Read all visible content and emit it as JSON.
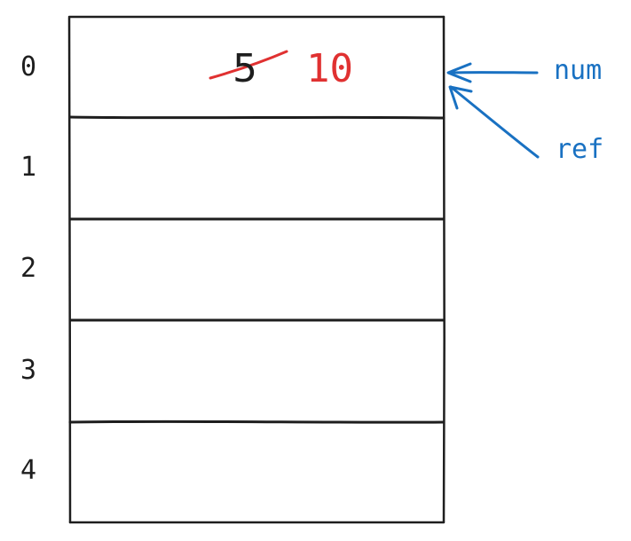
{
  "diagram": {
    "cells": [
      {
        "index": "0"
      },
      {
        "index": "1"
      },
      {
        "index": "2"
      },
      {
        "index": "3"
      },
      {
        "index": "4"
      }
    ],
    "cell0": {
      "old_value": "5",
      "new_value": "10"
    },
    "pointers": [
      {
        "label": "num"
      },
      {
        "label": "ref"
      }
    ],
    "colors": {
      "stroke": "#1e1e1e",
      "pointer": "#1971c2",
      "new_value": "#e03131"
    }
  }
}
